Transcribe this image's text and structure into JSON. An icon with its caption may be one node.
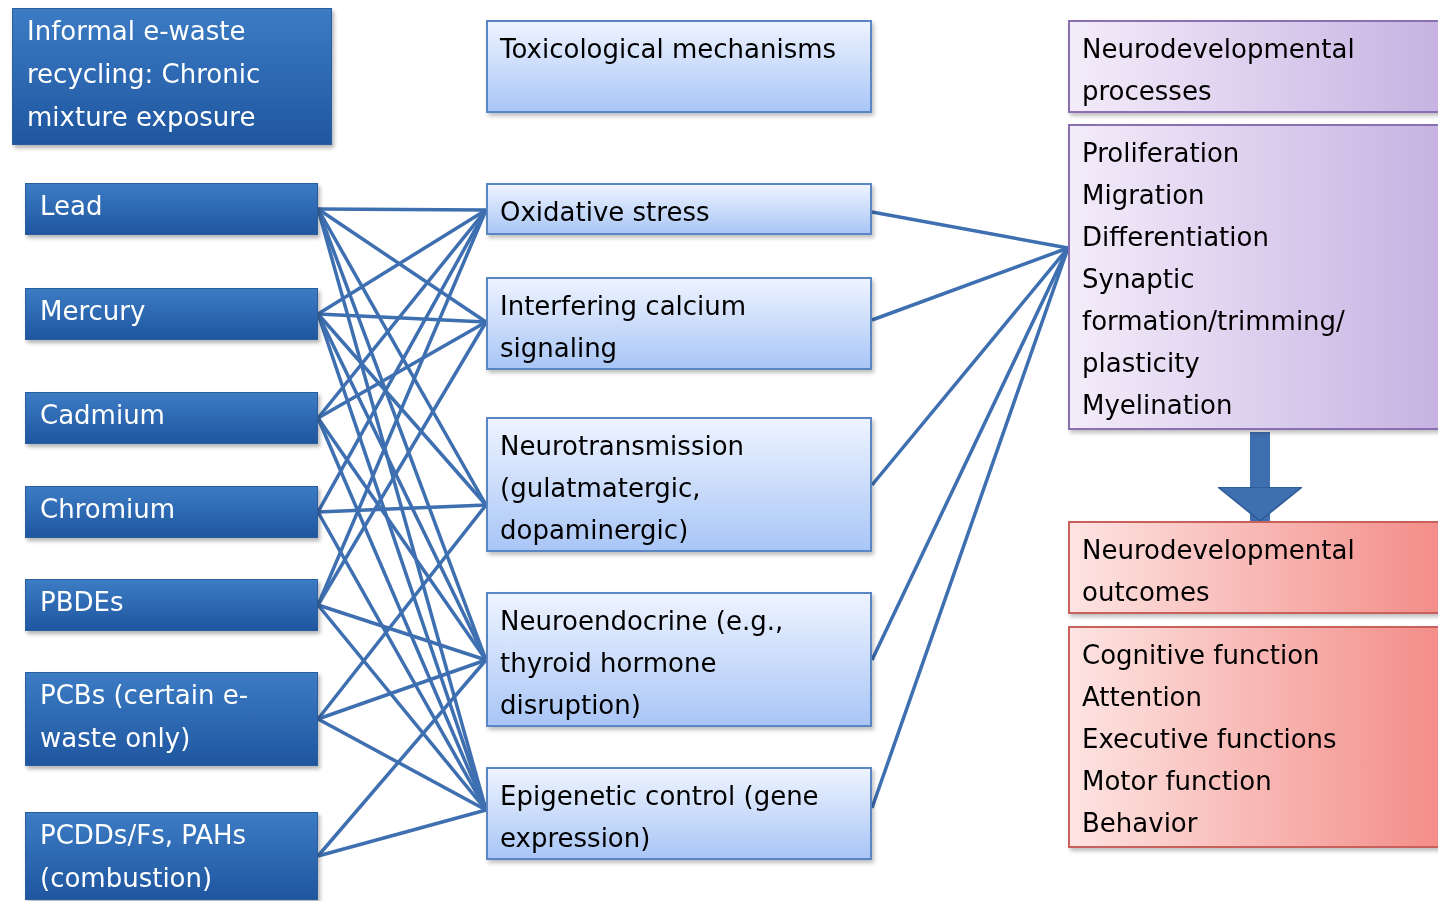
{
  "diagram": {
    "nodes": [
      {
        "text": [
          "Informal e-waste recycling: Chronic mixture exposure"
        ]
      },
      {
        "text": [
          "Lead"
        ]
      },
      {
        "text": [
          "Mercury"
        ]
      },
      {
        "text": [
          "Cadmium"
        ]
      },
      {
        "text": [
          "Chromium"
        ]
      },
      {
        "text": [
          "PBDEs"
        ]
      },
      {
        "text": [
          "PCBs (certain e-waste only)"
        ]
      },
      {
        "text": [
          "PCDDs/Fs, PAHs (combustion)"
        ]
      },
      {
        "text": [
          "Toxicological mechanisms"
        ]
      },
      {
        "text": [
          "Oxidative stress"
        ]
      },
      {
        "text": [
          "Interfering calcium signaling"
        ]
      },
      {
        "text": [
          "Neurotransmission (gulatmatergic, dopaminergic)"
        ]
      },
      {
        "text": [
          "Neuroendocrine (e.g., thyroid hormone disruption)"
        ]
      },
      {
        "text": [
          "Epigenetic control (gene expression)"
        ]
      },
      {
        "text": [
          "Neurodevelopmental processes"
        ]
      },
      {
        "text": [
          "Proliferation",
          "Migration",
          "Differentiation",
          "Synaptic formation/trimming/ plasticity",
          "Myelination"
        ]
      },
      {
        "text": [
          "Neurodevelopmental outcomes"
        ]
      },
      {
        "text": [
          "Cognitive function",
          "Attention",
          "Executive functions",
          "Motor function",
          "Behavior"
        ]
      }
    ],
    "edges": [
      {
        "from": 1,
        "to": 9,
        "arrow": "none"
      },
      {
        "from": 1,
        "to": 10,
        "arrow": "none"
      },
      {
        "from": 1,
        "to": 11,
        "arrow": "none"
      },
      {
        "from": 1,
        "to": 12,
        "arrow": "none"
      },
      {
        "from": 1,
        "to": 13,
        "arrow": "none"
      },
      {
        "from": 2,
        "to": 9,
        "arrow": "none"
      },
      {
        "from": 2,
        "to": 10,
        "arrow": "none"
      },
      {
        "from": 2,
        "to": 11,
        "arrow": "none"
      },
      {
        "from": 2,
        "to": 12,
        "arrow": "none"
      },
      {
        "from": 2,
        "to": 13,
        "arrow": "none"
      },
      {
        "from": 3,
        "to": 9,
        "arrow": "none"
      },
      {
        "from": 3,
        "to": 10,
        "arrow": "none"
      },
      {
        "from": 3,
        "to": 12,
        "arrow": "none"
      },
      {
        "from": 3,
        "to": 13,
        "arrow": "none"
      },
      {
        "from": 4,
        "to": 9,
        "arrow": "none"
      },
      {
        "from": 4,
        "to": 11,
        "arrow": "none"
      },
      {
        "from": 4,
        "to": 13,
        "arrow": "none"
      },
      {
        "from": 5,
        "to": 9,
        "arrow": "none"
      },
      {
        "from": 5,
        "to": 10,
        "arrow": "none"
      },
      {
        "from": 5,
        "to": 12,
        "arrow": "none"
      },
      {
        "from": 5,
        "to": 13,
        "arrow": "none"
      },
      {
        "from": 6,
        "to": 11,
        "arrow": "none"
      },
      {
        "from": 6,
        "to": 12,
        "arrow": "none"
      },
      {
        "from": 6,
        "to": 13,
        "arrow": "none"
      },
      {
        "from": 7,
        "to": 12,
        "arrow": "none"
      },
      {
        "from": 7,
        "to": 13,
        "arrow": "none"
      },
      {
        "from": 9,
        "to": 15,
        "arrow": "none"
      },
      {
        "from": 10,
        "to": 15,
        "arrow": "none"
      },
      {
        "from": 11,
        "to": 15,
        "arrow": "none"
      },
      {
        "from": 12,
        "to": 15,
        "arrow": "none"
      },
      {
        "from": 13,
        "to": 15,
        "arrow": "none"
      },
      {
        "from": 15,
        "to": 16,
        "arrow": "to",
        "style": "thick"
      }
    ]
  }
}
